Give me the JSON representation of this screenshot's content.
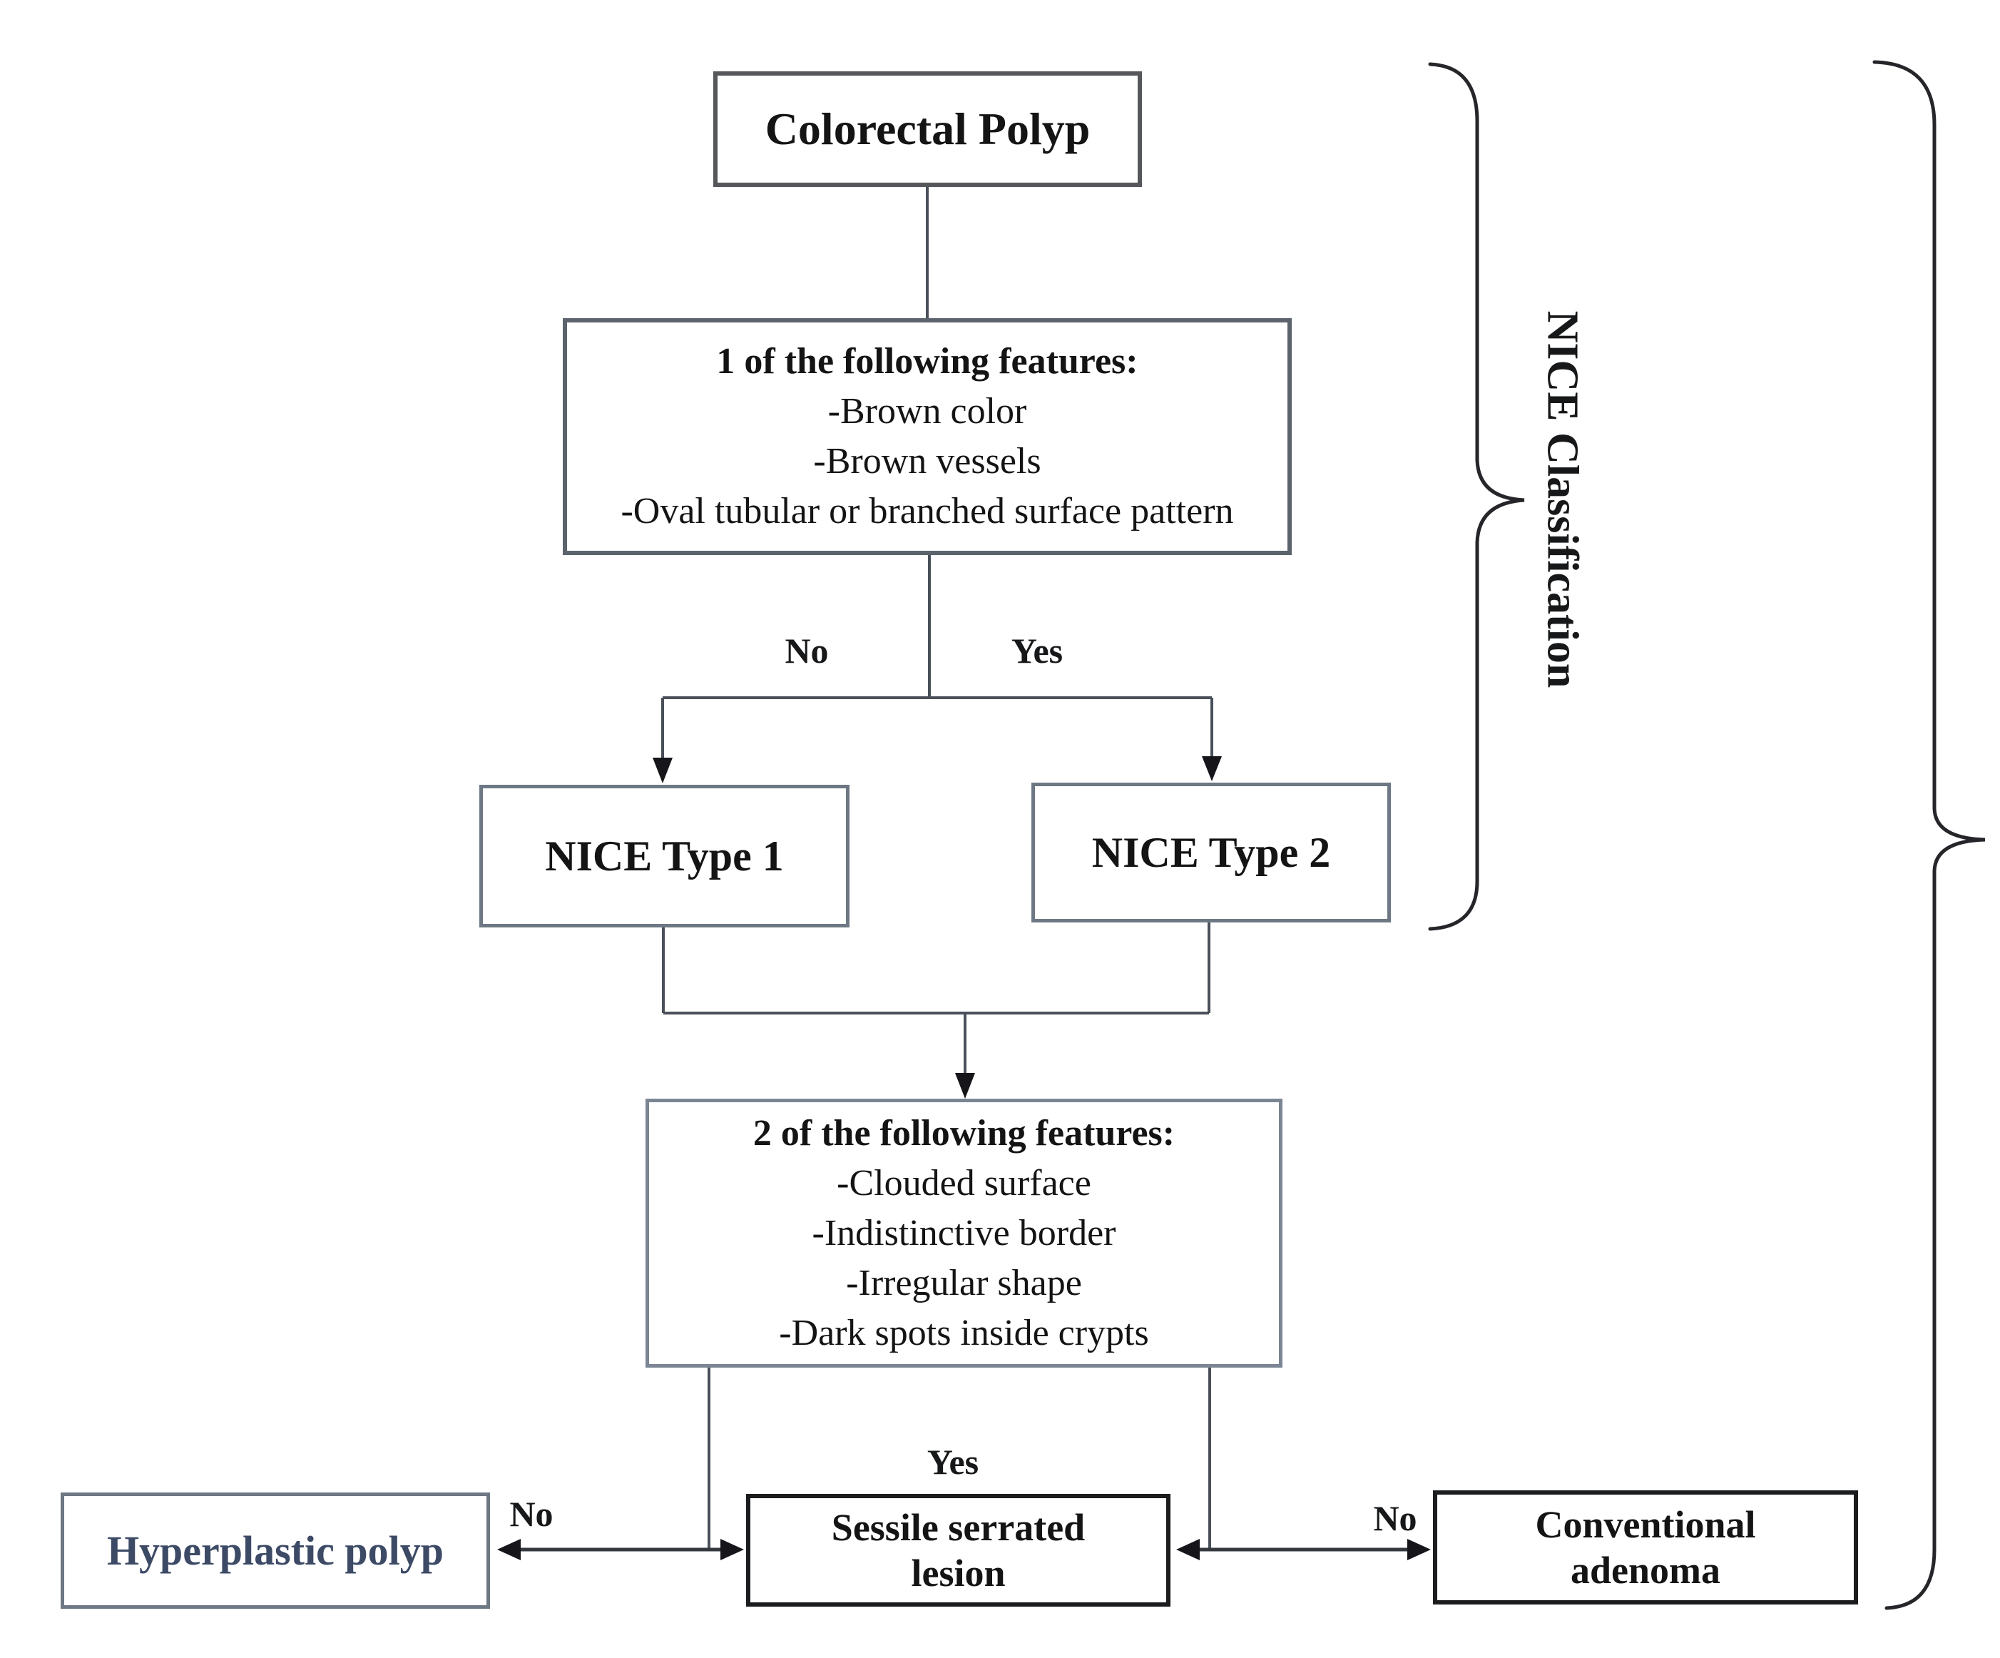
{
  "diagram": {
    "title_node": {
      "label": "Colorectal Polyp"
    },
    "criteria1": {
      "heading": "1 of the following features:",
      "items": [
        "-Brown color",
        "-Brown vessels",
        "-Oval tubular or branched surface pattern"
      ]
    },
    "nice_type_1": {
      "label": "NICE Type 1"
    },
    "nice_type_2": {
      "label": "NICE Type 2"
    },
    "criteria2": {
      "heading": "2 of the following features:",
      "items": [
        "-Clouded surface",
        "-Indistinctive border",
        "-Irregular shape",
        "-Dark spots inside crypts"
      ]
    },
    "outcomes": {
      "hyperplastic_polyp": {
        "label": "Hyperplastic polyp"
      },
      "sessile_serrated_lesion": {
        "label": "Sessile serrated lesion"
      },
      "conventional_adenoma": {
        "label": "Conventional adenoma"
      }
    },
    "edge_labels": {
      "split1_no": "No",
      "split1_yes": "Yes",
      "sessile_yes": "Yes",
      "hyperplastic_no": "No",
      "conventional_no": "No"
    },
    "side_label": "NICE Classification",
    "colors": {
      "hyperplastic_text": "#3d4a66",
      "box_border_gray": "#6e7884",
      "box_border_black": "#1b1c1e",
      "connector_line": "#4a505a",
      "arrowhead": "#16161a"
    }
  }
}
